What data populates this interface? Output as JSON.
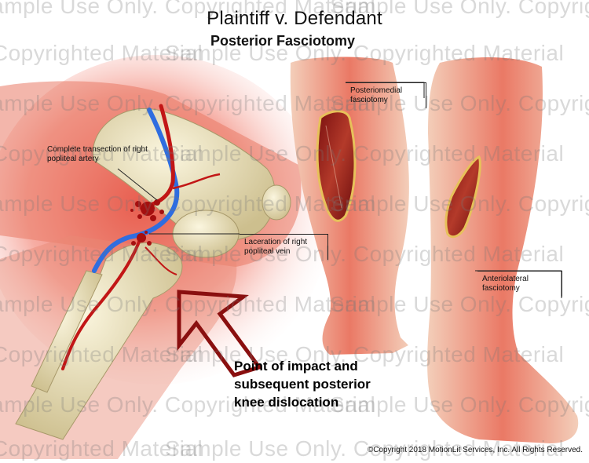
{
  "header": {
    "title": "Plaintiff v. Defendant",
    "subtitle": "Posterior Fasciotomy"
  },
  "labels": {
    "artery": "Complete transection of right popliteal artery",
    "vein": "Laceration of right popliteal vein",
    "posteriomedial": "Posteriomedial fasciotomy",
    "anteriolateral": "Anteriolateral fasciotomy",
    "impact": "Point of impact and subsequent posterior knee dislocation"
  },
  "watermark": {
    "text": "Sample Use Only. Copyrighted Material"
  },
  "footer": {
    "copyright": "©Copyright 2018 MotionLit Services, Inc. All Rights Reserved."
  },
  "colors": {
    "redglow": "#e8443a",
    "bone": "#e8dfb8",
    "artery": "#c21616",
    "vein": "#2f6de0"
  }
}
